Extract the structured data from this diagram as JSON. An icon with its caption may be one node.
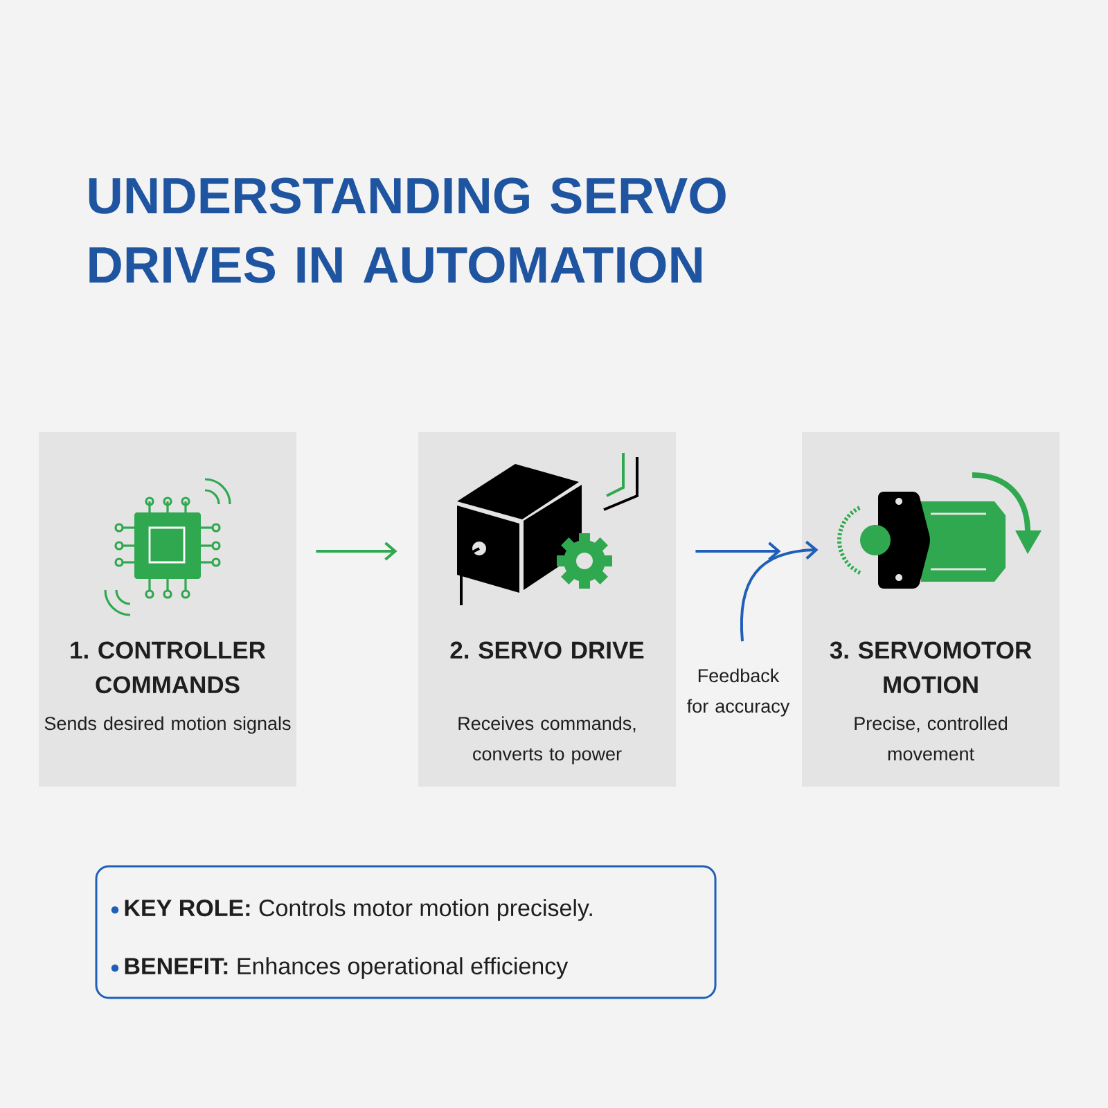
{
  "diagram": {
    "title": "UNDERSTANDING SERVO DRIVES IN AUTOMATION",
    "nodes": [
      {
        "text": [
          "1. CONTROLLER COMMANDS",
          "Sends desired motion signals"
        ]
      },
      {
        "text": [
          "2. SERVO DRIVE",
          "Receives commands, converts to power"
        ]
      },
      {
        "text": [
          "3. SERVOMOTOR MOTION",
          "Precise, controlled movement"
        ]
      },
      {
        "text": [
          "**KEY ROLE:** Controls motor motion precisely.",
          "**BENEFIT:** Enhances operational efficiency"
        ]
      }
    ],
    "edges": [
      {
        "from": 0,
        "to": 1,
        "arrow": "to",
        "color": "#2fa84f"
      },
      {
        "from": 1,
        "to": 2,
        "arrow": "to"
      },
      {
        "from": null,
        "to": 2,
        "arrow": "to",
        "label": "Feedback for accuracy"
      }
    ]
  }
}
